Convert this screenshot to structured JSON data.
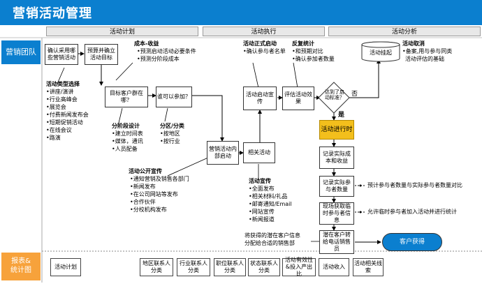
{
  "title": "营销活动管理",
  "phases": [
    "活动计划",
    "活动执行",
    "活动分析"
  ],
  "lanes": {
    "team": "营销团队",
    "report_line1": "报表&",
    "report_line2": "统计图"
  },
  "boxes": {
    "confirm": "确认采用哪些营销活动",
    "budget": "预算并确立活动目标",
    "target_group": "目标客户群在哪？",
    "who_join": "谁可以参加？",
    "launch": "营销活动内部启动",
    "related": "相关活动",
    "start_promo": "活动启动宣传",
    "evaluate": "评估活动效果",
    "decision": "达到了启动标准？",
    "archive": "活动挂起",
    "running": "活动进行时",
    "record_cost": "记录实际成本和收益",
    "record_count": "记录实际参与者数量",
    "onsite": "现场获取临时参与者信息",
    "potential": "潜在客户转给电话销售员",
    "customer": "客户获得"
  },
  "labels": {
    "no": "否",
    "yes": "是"
  },
  "notes": {
    "cost_title": "成本-收益",
    "cost_items": [
      "•预测启动活动必要条件",
      "•预测分阶段成本"
    ],
    "types_title": "活动类型选择",
    "types_items": [
      "•讲座/演讲",
      "•行业高峰会",
      "•展览会",
      "•付费新闻发布会",
      "•短期促销活动",
      "•在线会议",
      "•路演"
    ],
    "stage_title": "分阶段设计",
    "stage_items": [
      "•建立时间表",
      "•媒体，通讯",
      "•人员配备"
    ],
    "region_title": "分区/分类",
    "region_items": [
      "•按地区",
      "•按行业"
    ],
    "public_title": "活动公开宣传",
    "public_items": [
      "•通知营销及销售各部门",
      "•新闻发布",
      "•在公司网站等发布",
      "•合作伙伴",
      "•分校机构发布"
    ],
    "formal_title": "活动正式启动",
    "formal_items": [
      "•确认参与者名单"
    ],
    "feedback_title": "反复统计",
    "feedback_items": [
      "•和预期对比",
      "•确认参加者数量"
    ],
    "cancel_title": "活动取消",
    "cancel_items": [
      "•备案,用与参与同类",
      "活动评估的基础"
    ],
    "promo_title": "活动宣传",
    "promo_items": [
      "•全面发布",
      "•相关材料/礼品",
      "•邮寄通知/Email",
      "•网站宣传",
      "•新闻报道"
    ],
    "assign": [
      "将获得的潜在客户信息",
      "分配给合适的销售部"
    ],
    "predict_note": "预计参与者数量与实际参与者数量对比",
    "allow_note": "允许临时参与者加入活动并进行统计"
  },
  "bottom": [
    "活动计划",
    "地区联系人分类",
    "行业联系人分类",
    "职位联系人分类",
    "状态联系人分类",
    "活动有效性&投入产出比",
    "活动收入",
    "活动相关线索"
  ]
}
